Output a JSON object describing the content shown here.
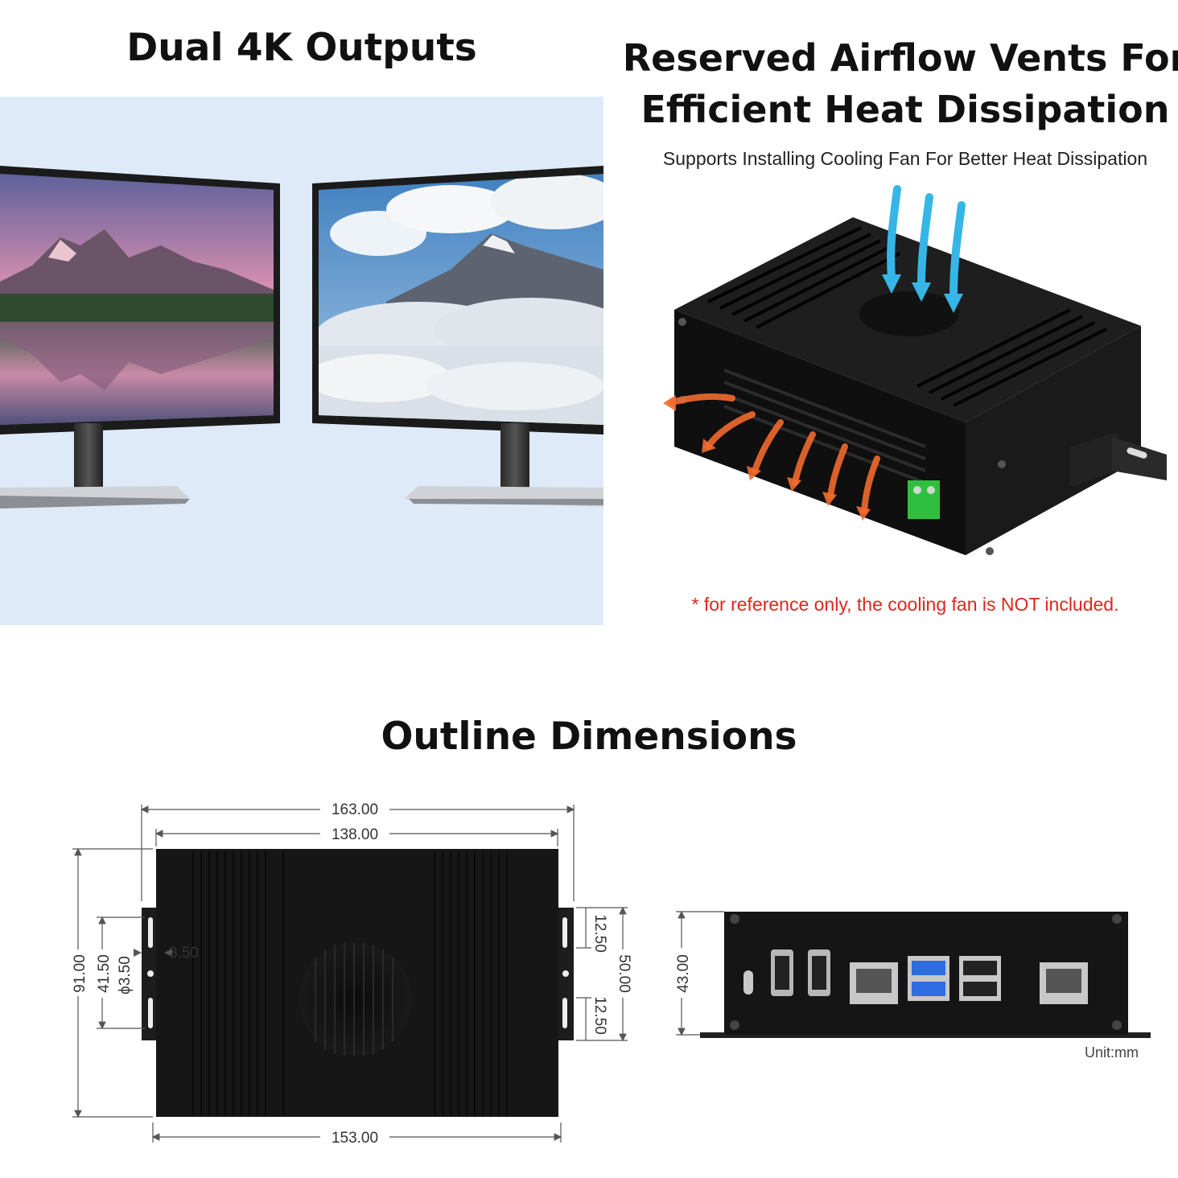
{
  "headings": {
    "dual": "Dual 4K Outputs",
    "vents_line1": "Reserved Airflow Vents For",
    "vents_line2": "Efficient Heat Dissipation",
    "fan_sub": "Supports Installing Cooling Fan For Better Heat Dissipation",
    "note": "* for reference only, the cooling fan is NOT included.",
    "outline": "Outline Dimensions"
  },
  "dimensions": {
    "top_width_outer": "163.00",
    "top_width_inner": "138.00",
    "bottom_width": "153.00",
    "height_total": "91.00",
    "hole_spacing": "41.50",
    "hole_diameter": "ϕ3.50",
    "slot_width": "3.50",
    "slot_upper": "12.50",
    "slot_lower": "12.50",
    "side_span": "50.00",
    "front_height": "43.00"
  },
  "unit": "Unit:mm",
  "colors": {
    "accent_red": "#e0261e",
    "airflow_blue": "#35b6e6",
    "airflow_orange": "#f26a2e",
    "case_black": "#141414",
    "terminal_green": "#2fbf3f"
  }
}
